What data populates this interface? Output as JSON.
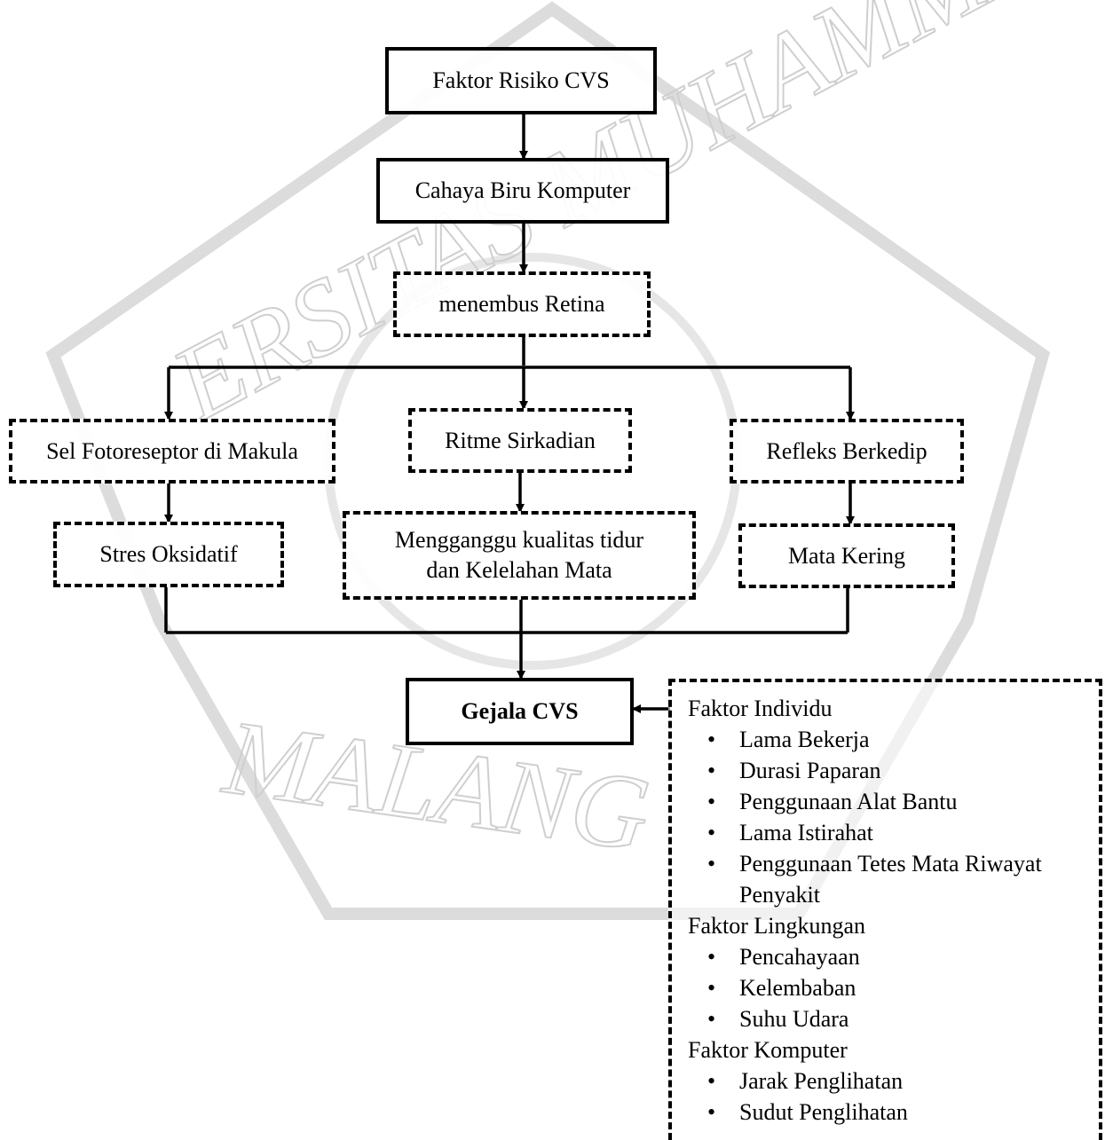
{
  "nodes": {
    "risk_factors": "Faktor Risiko CVS",
    "blue_light": "Cahaya Biru Komputer",
    "retina": "menembus Retina",
    "photoreceptor": "Sel Fotoreseptor di Makula",
    "circadian": "Ritme Sirkadian",
    "blink_reflex": "Refleks Berkedip",
    "oxidative_stress": "Stres Oksidatif",
    "sleep_quality_line1": "Mengganggu kualitas tidur",
    "sleep_quality_line2": "dan Kelelahan Mata",
    "dry_eye": "Mata Kering",
    "cvs_symptoms": "Gejala CVS"
  },
  "factors": [
    {
      "title": "Faktor Individu",
      "items": [
        "Lama Bekerja",
        "Durasi Paparan",
        "Penggunaan Alat Bantu",
        "Lama Istirahat",
        "Penggunaan Tetes Mata Riwayat Penyakit"
      ]
    },
    {
      "title": "Faktor Lingkungan",
      "items": [
        "Pencahayaan",
        "Kelembaban",
        "Suhu Udara"
      ]
    },
    {
      "title": "Faktor Komputer",
      "items": [
        "Jarak Penglihatan",
        "Sudut Penglihatan"
      ]
    }
  ],
  "watermark": {
    "top_text": "ERSITAS MUHAMMADIYAH",
    "bottom_text": "MALANG"
  }
}
